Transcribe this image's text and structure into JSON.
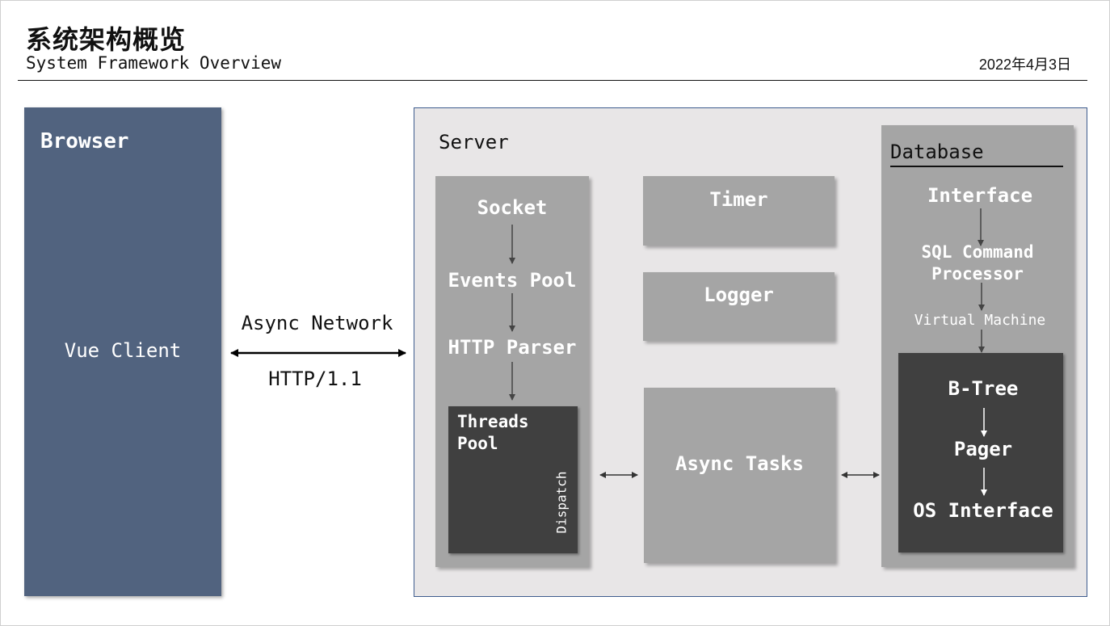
{
  "header": {
    "title_zh": "系统架构概览",
    "title_en": "System Framework Overview",
    "date": "2022年4月3日"
  },
  "browser": {
    "title": "Browser",
    "client": "Vue Client"
  },
  "network": {
    "label": "Async Network",
    "protocol": "HTTP/1.1"
  },
  "server": {
    "title": "Server",
    "pipeline": [
      "Socket",
      "Events Pool",
      "HTTP Parser"
    ],
    "threads_pool": "Threads\nPool",
    "dispatch": "Dispatch",
    "timer": "Timer",
    "logger": "Logger",
    "async_tasks": "Async Tasks"
  },
  "database": {
    "title": "Database",
    "interface": "Interface",
    "sql_processor": "SQL Command\nProcessor",
    "virtual_machine": "Virtual Machine",
    "btree": "B-Tree",
    "pager": "Pager",
    "os_interface": "OS Interface"
  },
  "colors": {
    "browser_fill": "#51637f",
    "server_fill": "#e8e6e7",
    "server_border": "#3e5c8e",
    "module_fill": "#a5a5a5",
    "inner_fill": "#404040"
  }
}
